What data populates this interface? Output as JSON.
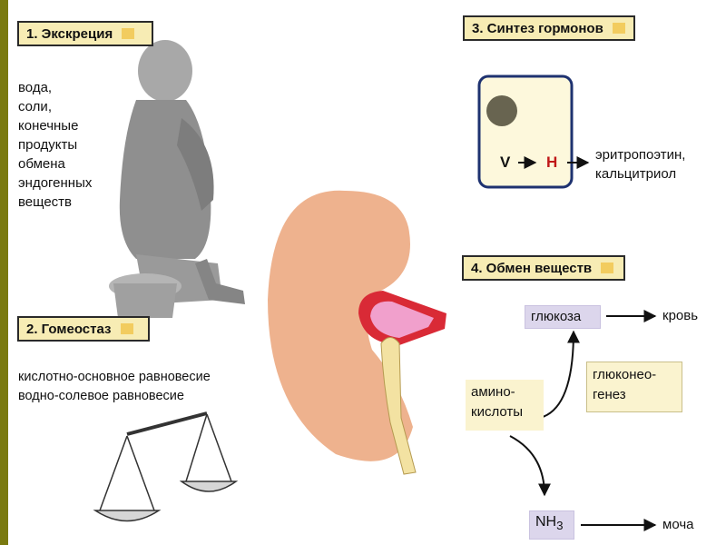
{
  "sections": {
    "excretion": {
      "title": "1. Экскреция",
      "lines": [
        "вода,",
        "соли,",
        "конечные",
        "продукты",
        "обмена",
        "эндогенных",
        "веществ"
      ]
    },
    "homeostasis": {
      "title": "2. Гомеостаз",
      "lines": [
        "кислотно-основное равновесие",
        "водно-солевое равновесие"
      ]
    },
    "hormones": {
      "title": "3. Синтез гормонов",
      "v_label": "V",
      "h_label": "H",
      "products": [
        "эритропоэтин,",
        "кальцитриол"
      ]
    },
    "metabolism": {
      "title": "4. Обмен веществ",
      "glucose": "глюкоза",
      "blood": "кровь",
      "gluconeogenesis": [
        "глюконео-",
        "генез"
      ],
      "amino_acids": [
        "амино-",
        "кислоты"
      ],
      "nh3": "NH",
      "nh3_sub": "3",
      "urine": "моча"
    }
  },
  "colors": {
    "header_fill": "#f7ecb4",
    "kidney": "#eeb28e",
    "tag_fill": "#dcd6ec",
    "ureter": "#f3e2a2",
    "figure_gray": "#8f8f8f"
  }
}
